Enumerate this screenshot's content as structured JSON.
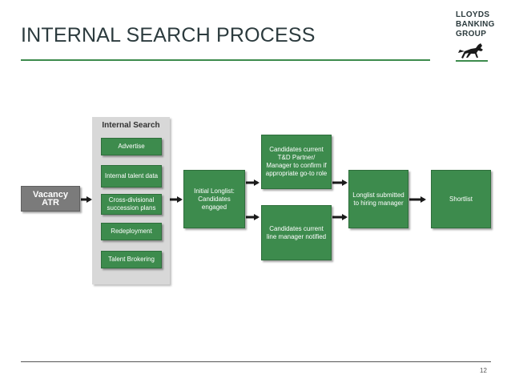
{
  "slide": {
    "title": "INTERNAL SEARCH PROCESS",
    "page_number": "12"
  },
  "logo": {
    "lines": [
      "LLOYDS",
      "BANKING",
      "GROUP"
    ]
  },
  "colors": {
    "green": "#3d8b4d",
    "gray_box": "#7b7b7b",
    "panel": "#d8d8d8",
    "title_text": "#2c3b3e"
  },
  "diagram": {
    "start": "Vacancy ATR",
    "panel_title": "Internal Search",
    "panel_items": [
      "Advertise",
      "Internal talent data",
      "Cross-divisional succession plans",
      "Redeployment",
      "Talent Brokering"
    ],
    "initial_longlist": "Initial Longlist: Candidates engaged",
    "branch_top": "Candidates current T&D Partner/ Manager to confirm if appropriate go-to role",
    "branch_bottom": "Candidates current line manager notified",
    "longlist": "Longlist submitted to hiring manager",
    "shortlist": "Shortlist"
  }
}
